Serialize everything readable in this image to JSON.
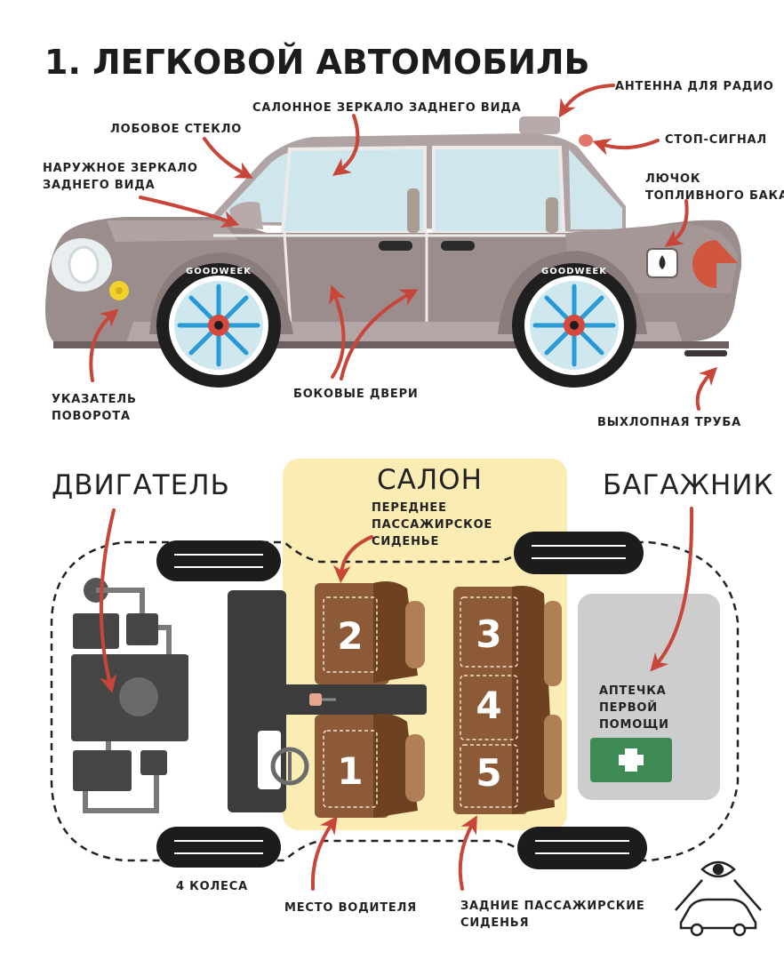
{
  "title": "1. ЛЕГКОВОЙ АВТОМОБИЛЬ",
  "car_labels": {
    "antenna": "АНТЕННА ДЛЯ РАДИО",
    "mirror_inside": "САЛОННОЕ ЗЕРКАЛО ЗАДНЕГО ВИДА",
    "windshield": "ЛОБОВОЕ СТЕКЛО",
    "brake_light": "СТОП-СИГНАЛ",
    "mirror_outside_1": "НАРУЖНОЕ ЗЕРКАЛО",
    "mirror_outside_2": "ЗАДНЕГО ВИДА",
    "fuel_1": "ЛЮЧОК",
    "fuel_2": "ТОПЛИВНОГО БАКА",
    "turn_1": "УКАЗАТЕЛЬ",
    "turn_2": "ПОВОРОТА",
    "doors": "БОКОВЫЕ ДВЕРИ",
    "exhaust": "ВЫХЛОПНАЯ ТРУБА",
    "tire_brand": "GOODWEEK"
  },
  "plan_labels": {
    "engine": "ДВИГАТЕЛЬ",
    "cabin": "САЛОН",
    "trunk": "БАГАЖНИК",
    "front_seat_1": "ПЕРЕДНЕЕ",
    "front_seat_2": "ПАССАЖИРСКОЕ",
    "front_seat_3": "СИДЕНЬЕ",
    "first_aid_1": "АПТЕЧКА",
    "first_aid_2": "ПЕРВОЙ",
    "first_aid_3": "ПОМОЩИ",
    "wheels": "4 КОЛЕСА",
    "driver": "МЕСТО ВОДИТЕЛЯ",
    "rear_1": "ЗАДНИЕ ПАССАЖИРСКИЕ",
    "rear_2": "СИДЕНЬЯ"
  },
  "seats": [
    "1",
    "2",
    "3",
    "4",
    "5"
  ],
  "colors": {
    "body": "#9c8d8d",
    "body_light": "#c4b8b8",
    "glass": "#cfe6ec",
    "arrow": "#c8453a",
    "cabin_bg": "#fbecb4",
    "seat": "#8c5a36",
    "seat_dark": "#6e4122",
    "seat_cushion": "#b07f55",
    "engine": "#454545",
    "trunk_bg": "#cdcdcd",
    "first_aid": "#3e8a55",
    "rim": "#2a9ad4"
  }
}
